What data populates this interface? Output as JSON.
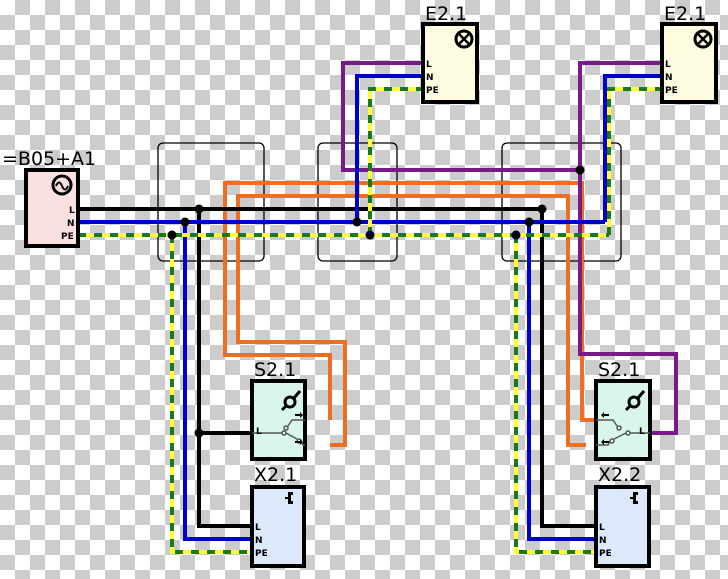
{
  "diagram": {
    "type": "wiring-schematic",
    "description": "Two-way (staircase) lighting circuit with sockets",
    "colors": {
      "L": "#000000",
      "N": "#0000cc",
      "PE_yellow": "#ffff33",
      "PE_green": "#1a7a1a",
      "traveler": "#ee6e22",
      "switched_L": "#7a1a8a",
      "supply_fill": "#fbe0e0",
      "lamp_fill": "#fdfbe0",
      "switch_fill": "#d8f7ea",
      "socket_fill": "#dce9fa",
      "junction_box_stroke": "#000000"
    },
    "components": {
      "supply": {
        "label": "=B05+A1",
        "icon": "ac-source-icon",
        "terminals": [
          "L",
          "N",
          "PE"
        ]
      },
      "lamp_left": {
        "label": "E2.1",
        "icon": "lamp-icon",
        "terminals": [
          "L",
          "N",
          "PE"
        ]
      },
      "lamp_right": {
        "label": "E2.1",
        "icon": "lamp-icon",
        "terminals": [
          "L",
          "N",
          "PE"
        ]
      },
      "switch_left": {
        "label": "S2.1",
        "icon": "switch-icon",
        "terminals": [
          "L"
        ]
      },
      "switch_right": {
        "label": "S2.1",
        "icon": "switch-icon",
        "terminals": [
          "L"
        ]
      },
      "socket_left": {
        "label": "X2.1",
        "icon": "socket-icon",
        "terminals": [
          "L",
          "N",
          "PE"
        ]
      },
      "socket_right": {
        "label": "X2.2",
        "icon": "socket-icon",
        "terminals": [
          "L",
          "N",
          "PE"
        ]
      }
    },
    "junction_boxes": 3
  }
}
